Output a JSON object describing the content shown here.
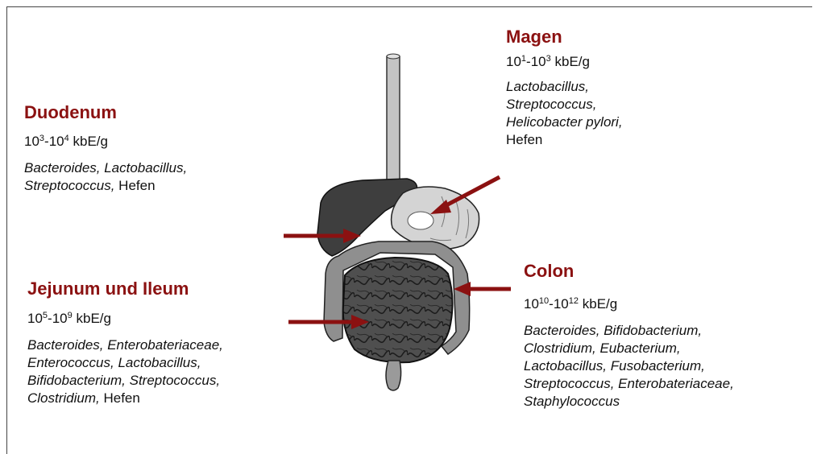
{
  "magen": {
    "title": "Magen",
    "count": {
      "base1": "10",
      "exp1": "1",
      "sep": "-",
      "base2": "10",
      "exp2": "3",
      "unit": " kbE/g"
    },
    "orgs_italic": [
      "Lactobacillus,",
      "Streptococcus,",
      "Helicobacter pylori,"
    ],
    "orgs_normal": "Hefen"
  },
  "duodenum": {
    "title": "Duodenum",
    "count": {
      "base1": "10",
      "exp1": "3",
      "sep": "-",
      "base2": "10",
      "exp2": "4",
      "unit": " kbE/g"
    },
    "orgs_line1_italic": "Bacteroides, Lactobacillus,",
    "orgs_line2_italic": "Streptococcus,",
    "orgs_line2_normal": " Hefen"
  },
  "jejunum": {
    "title": "Jejunum und Ileum",
    "count": {
      "base1": "10",
      "exp1": "5",
      "sep": "-",
      "base2": "10",
      "exp2": "9",
      "unit": " kbE/g"
    },
    "orgs_lines_italic": [
      "Bacteroides, Enterobateriaceae,",
      "Enterococcus, Lactobacillus,",
      "Bifidobacterium, Streptococcus,"
    ],
    "orgs_last_italic": "Clostridium,",
    "orgs_last_normal": " Hefen"
  },
  "colon": {
    "title": "Colon",
    "count": {
      "base1": "10",
      "exp1": "10",
      "sep": "-",
      "base2": "10",
      "exp2": "12",
      "unit": " kbE/g"
    },
    "orgs_lines_italic": [
      "Bacteroides, Bifidobacterium,",
      "Clostridium, Eubacterium,",
      "Lactobacillus, Fusobacterium,",
      "Streptococcus, Enterobateriaceae,",
      "Staphylococcus"
    ]
  },
  "colors": {
    "title": "#8b1111",
    "arrow": "#8b1111"
  }
}
